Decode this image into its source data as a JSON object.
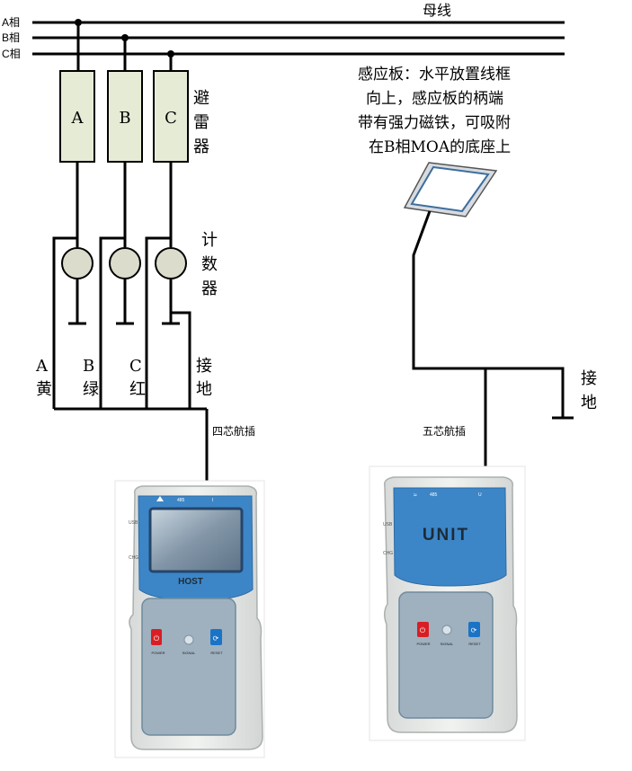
{
  "bus": {
    "label": "母线",
    "phases": [
      "A相",
      "B相",
      "C相"
    ]
  },
  "arresters": {
    "labels": [
      "A",
      "B",
      "C"
    ],
    "caption": [
      "避",
      "雷",
      "器"
    ]
  },
  "counters": {
    "caption": [
      "计",
      "数",
      "器"
    ]
  },
  "phase_wires": {
    "letters": [
      "A",
      "B",
      "C"
    ],
    "colors": [
      "黄",
      "绿",
      "红"
    ],
    "ground": [
      "接",
      "地"
    ]
  },
  "connectors": {
    "host": "四芯航插",
    "unit": "五芯航插"
  },
  "sensor": {
    "lines": [
      "感应板：水平放置线框",
      "向上，感应板的柄端",
      "带有强力磁铁，可吸附",
      "在B相MOA的底座上"
    ],
    "ground": [
      "接",
      "地"
    ]
  },
  "host_device": {
    "top_labels": [
      "485",
      "I"
    ],
    "side_labels": [
      "USB",
      "CHG"
    ],
    "name": "HOST",
    "buttons": [
      "POWER",
      "SIGNAL",
      "RESET"
    ]
  },
  "unit_device": {
    "top_labels": [
      "485",
      "U"
    ],
    "side_labels": [
      "USB",
      "CHG"
    ],
    "name": "UNIT",
    "buttons": [
      "POWER",
      "SIGNAL",
      "RESET"
    ]
  },
  "colors": {
    "arrester_fill": "#e6ebd6",
    "counter_fill": "#dcdccc",
    "device_body": "#e9ebe9",
    "device_panel": "#3c86c8",
    "screen": "#8aa0b4",
    "button_red": "#d81e24",
    "button_blue": "#1b73c6",
    "keypad": "#9fb1bf"
  }
}
